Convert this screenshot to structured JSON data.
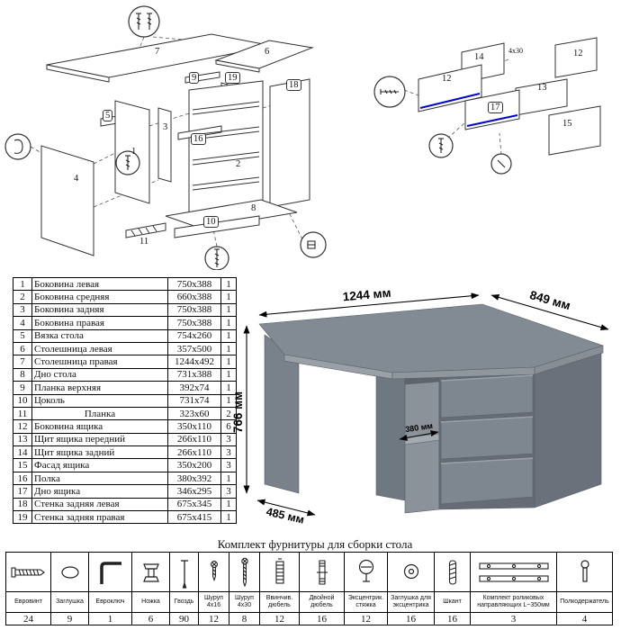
{
  "colors": {
    "desk_top": "#828a93",
    "highlight": "#0008cc"
  },
  "parts_table": {
    "rows": [
      {
        "num": "1",
        "name": "Боковина левая",
        "size": "750x388",
        "qty": "1"
      },
      {
        "num": "2",
        "name": "Боковина средняя",
        "size": "660x388",
        "qty": "1"
      },
      {
        "num": "3",
        "name": "Боковина задняя",
        "size": "750x388",
        "qty": "1"
      },
      {
        "num": "4",
        "name": "Боковина правая",
        "size": "750x388",
        "qty": "1"
      },
      {
        "num": "5",
        "name": "Вязка стола",
        "size": "754x260",
        "qty": "1"
      },
      {
        "num": "6",
        "name": "Столешница левая",
        "size": "357x500",
        "qty": "1"
      },
      {
        "num": "7",
        "name": "Столешница правая",
        "size": "1244x492",
        "qty": "1"
      },
      {
        "num": "8",
        "name": "Дно стола",
        "size": "731x388",
        "qty": "1"
      },
      {
        "num": "9",
        "name": "Планка верхняя",
        "size": "392x74",
        "qty": "1"
      },
      {
        "num": "10",
        "name": "Цоколь",
        "size": "731x74",
        "qty": "1"
      },
      {
        "num": "11",
        "name": "Планка",
        "size": "323x60",
        "qty": "2"
      },
      {
        "num": "12",
        "name": "Боковина ящика",
        "size": "350x110",
        "qty": "6"
      },
      {
        "num": "13",
        "name": "Щит ящика передний",
        "size": "266x110",
        "qty": "3"
      },
      {
        "num": "14",
        "name": "Щит ящика задний",
        "size": "266x110",
        "qty": "3"
      },
      {
        "num": "15",
        "name": "Фасад ящика",
        "size": "350x200",
        "qty": "3"
      },
      {
        "num": "16",
        "name": "Полка",
        "size": "380x392",
        "qty": "1"
      },
      {
        "num": "17",
        "name": "Дно ящика",
        "size": "346x295",
        "qty": "3"
      },
      {
        "num": "18",
        "name": "Стенка задняя левая",
        "size": "675x345",
        "qty": "1"
      },
      {
        "num": "19",
        "name": "Стенка задняя правая",
        "size": "675x415",
        "qty": "1"
      }
    ]
  },
  "desk_dimensions": {
    "width": "1244 мм",
    "depth": "849 мм",
    "height": "766 мм",
    "shelf_depth": "380 мм",
    "left_depth": "485 мм"
  },
  "diagram_left": {
    "labels": [
      "7",
      "6",
      "9",
      "19",
      "18",
      "5",
      "3",
      "16",
      "1",
      "2",
      "4",
      "8",
      "10",
      "11"
    ]
  },
  "diagram_right": {
    "labels": [
      "14",
      "12",
      "12",
      "13",
      "17",
      "15"
    ],
    "annotation": "4x30"
  },
  "hardware": {
    "title": "Комплект фурнитуры для сборки стола",
    "items": [
      {
        "name": "Евровинт",
        "qty": "24",
        "icon": "euro-screw-icon"
      },
      {
        "name": "Заглушка",
        "qty": "9",
        "icon": "plug-icon"
      },
      {
        "name": "Евроключ",
        "qty": "1",
        "icon": "hex-key-icon"
      },
      {
        "name": "Ножка",
        "qty": "6",
        "icon": "leg-icon"
      },
      {
        "name": "Гвоздь",
        "qty": "90",
        "icon": "nail-icon"
      },
      {
        "name": "Шуруп 4х16",
        "qty": "12",
        "icon": "screw-4x16-icon"
      },
      {
        "name": "Шуруп 4х30",
        "qty": "8",
        "icon": "screw-4x30-icon"
      },
      {
        "name": "Ввинчив. дюбель",
        "qty": "12",
        "icon": "screw-in-dowel-icon"
      },
      {
        "name": "Двойной дюбель",
        "qty": "16",
        "icon": "double-dowel-icon"
      },
      {
        "name": "Эксцентрик. стяжка",
        "qty": "12",
        "icon": "cam-lock-icon"
      },
      {
        "name": "Заглушка для эксцентрика",
        "qty": "16",
        "icon": "cam-cover-icon"
      },
      {
        "name": "Шкант",
        "qty": "16",
        "icon": "wood-dowel-icon"
      },
      {
        "name": "Комплект роликовых направляющих L~350мм",
        "qty": "3",
        "icon": "roller-slides-icon"
      },
      {
        "name": "Полкодержатель",
        "qty": "4",
        "icon": "shelf-pin-icon"
      }
    ]
  }
}
